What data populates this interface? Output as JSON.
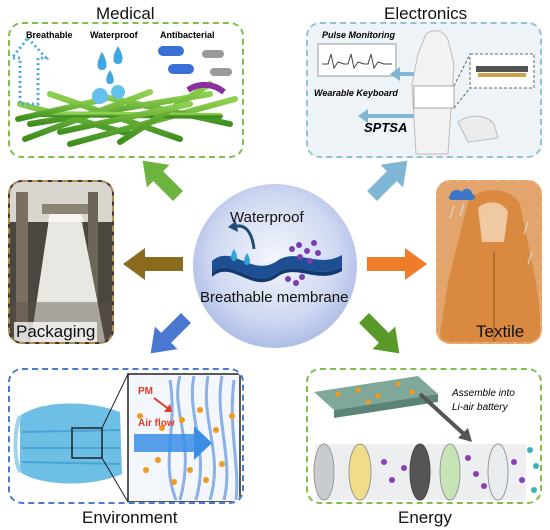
{
  "center": {
    "waterproof": "Waterproof",
    "membrane": "Breathable membrane"
  },
  "medical": {
    "title": "Medical",
    "breathable": "Breathable",
    "waterproof": "Waterproof",
    "antibacterial": "Antibacterial"
  },
  "electronics": {
    "title": "Electronics",
    "pulse": "Pulse Monitoring",
    "keyboard": "Wearable Keyboard",
    "sptsa": "SPTSA"
  },
  "packaging": {
    "title": "Packaging"
  },
  "textile": {
    "title": "Textile"
  },
  "environment": {
    "title": "Environment",
    "pm": "PM",
    "airflow": "Air flow"
  },
  "energy": {
    "title": "Energy",
    "assemble": "Assemble into Li-air battery",
    "assemble_line1": "Assemble into",
    "assemble_line2": "Li-air battery"
  },
  "colors": {
    "medical_border": "#7dc04b",
    "electronics_border": "#8fc4d8",
    "packaging_border": "#b68b4b",
    "textile_border": "#e7a06b",
    "environment_border": "#4a7bc8",
    "energy_border": "#7dc04b",
    "arrow_green": "#6cb33f",
    "arrow_lightblue": "#7eb6d3",
    "arrow_brown": "#8a6a1c",
    "arrow_orange": "#ee7d2b",
    "arrow_blue": "#4a77cf",
    "arrow_darkgreen": "#5a9a2a"
  }
}
